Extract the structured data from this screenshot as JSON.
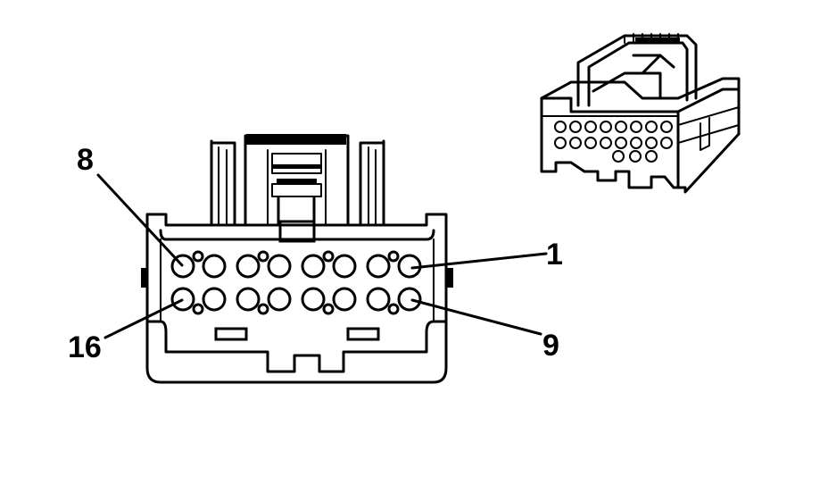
{
  "labels": {
    "pin_8": "8",
    "pin_1": "1",
    "pin_16": "16",
    "pin_9": "9"
  },
  "connector": {
    "rows": 2,
    "cavities_per_row": 8,
    "colors": {
      "line": "#000000",
      "fill": "#ffffff"
    }
  }
}
